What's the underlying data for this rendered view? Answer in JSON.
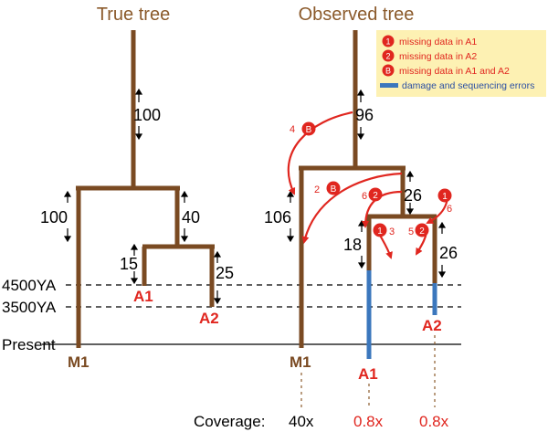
{
  "titles": {
    "true_tree": "True tree",
    "observed_tree": "Observed tree"
  },
  "time_labels": {
    "ya4500": "4500YA",
    "ya3500": "3500YA",
    "present": "Present"
  },
  "true_tree": {
    "root_length": "100",
    "m1_length": "100",
    "inner_length": "40",
    "a1_length": "15",
    "a2_length": "25",
    "leaves": {
      "m1": "M1",
      "a1": "A1",
      "a2": "A2"
    }
  },
  "observed_tree": {
    "root_length": "96",
    "m1_length": "106",
    "inner_length": "26",
    "a1_length": "18",
    "a2_length": "26",
    "leaves": {
      "m1": "M1",
      "a1": "A1",
      "a2": "A2"
    },
    "events": [
      {
        "marker": "B",
        "count": "4"
      },
      {
        "marker": "B",
        "count": "2"
      },
      {
        "marker": "2",
        "count": "6"
      },
      {
        "marker": "1",
        "count": "6"
      },
      {
        "marker": "1",
        "count": "3"
      },
      {
        "marker": "2",
        "count": "5"
      }
    ]
  },
  "legend": {
    "items": [
      {
        "marker": "1",
        "text": "missing data in A1"
      },
      {
        "marker": "2",
        "text": "missing data in A2"
      },
      {
        "marker": "B",
        "text": "missing data in A1 and A2"
      },
      {
        "text": "damage and sequencing errors"
      }
    ]
  },
  "coverage": {
    "label": "Coverage:",
    "m1": "40x",
    "a1": "0.8x",
    "a2": "0.8x"
  },
  "colors": {
    "branch": "#7a4a22",
    "title": "#8b5a2b",
    "error_red": "#e0261f",
    "damage_blue": "#3b77bd",
    "legend_bg": "#fdf1b3",
    "legend_blue_text": "#2b4fa3"
  }
}
